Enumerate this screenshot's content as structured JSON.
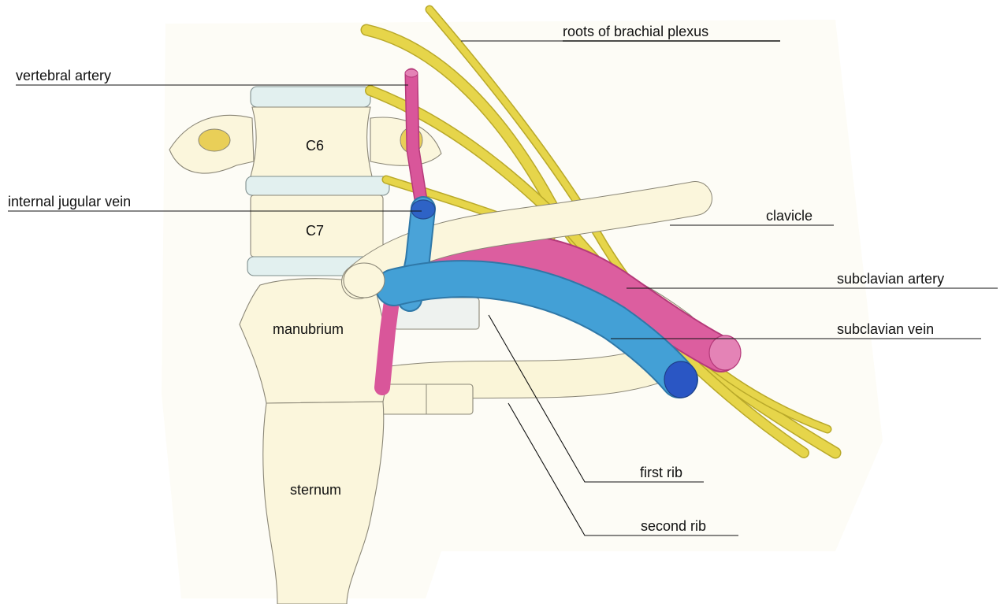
{
  "labels": {
    "roots": "roots of brachial plexus",
    "vertebral_artery": "vertebral artery",
    "internal_jugular_vein": "internal jugular vein",
    "clavicle": "clavicle",
    "subclavian_artery": "subclavian artery",
    "subclavian_vein": "subclavian vein",
    "first_rib": "first rib",
    "second_rib": "second rib",
    "c6": "C6",
    "c7": "C7",
    "manubrium": "manubrium",
    "sternum": "sternum"
  },
  "colors": {
    "bone": "#fbf6dc",
    "disc": "#e2f0ef",
    "nerve": "#e6d54a",
    "artery": "#d9569a",
    "vein": "#3f98cf"
  }
}
